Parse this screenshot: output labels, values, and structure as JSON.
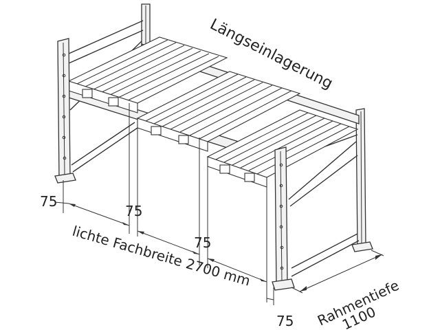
{
  "labels": {
    "title": "Längseinlagerung",
    "clear_width": "lichte Fachbreite 2700 mm",
    "frame_depth_line1": "Rahmentiefe",
    "frame_depth_line2": "1100",
    "gap_left": "75",
    "gap_1": "75",
    "gap_2": "75",
    "gap_right": "75"
  }
}
